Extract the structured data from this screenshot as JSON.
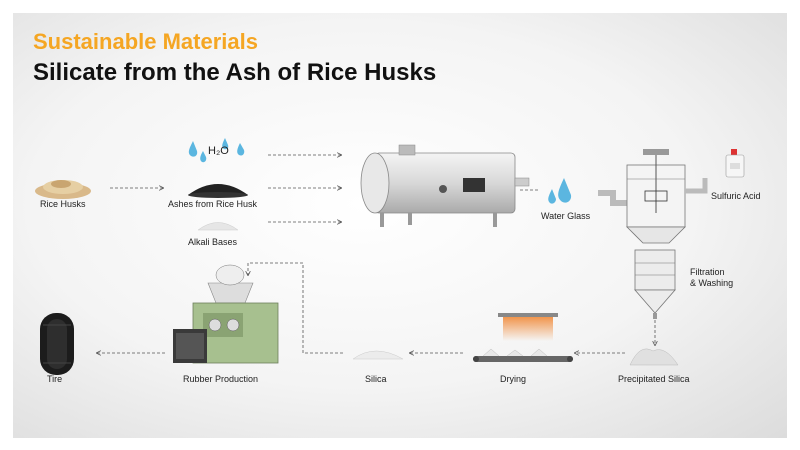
{
  "header": {
    "title": "Sustainable Materials",
    "subtitle": "Silicate from the Ash of Rice Husks"
  },
  "labels": {
    "rice_husks": "Rice Husks",
    "ashes": "Ashes from Rice Husk",
    "alkali": "Alkali Bases",
    "water_glass": "Water Glass",
    "sulfuric_acid": "Sulfuric Acid",
    "filtration_line1": "Filtration",
    "filtration_line2": "& Washing",
    "precipitated_silica": "Precipitated Silica",
    "drying": "Drying",
    "silica": "Silica",
    "rubber_production": "Rubber Production",
    "tire": "Tire",
    "h2o": "H₂O"
  },
  "colors": {
    "title_orange": "#f5a623",
    "water_blue": "#5bb6e0",
    "machine_green": "#a7c08f",
    "heat_orange": "#f08a3a"
  },
  "icons": [
    "rice-husk-pile-icon",
    "water-drops-icon",
    "ash-pile-icon",
    "alkali-pile-icon",
    "reactor-tank-icon",
    "water-drop-icon",
    "stirred-reactor-icon",
    "acid-bottle-icon",
    "filter-funnel-icon",
    "precipitate-pile-icon",
    "dryer-conveyor-icon",
    "silica-pile-icon",
    "rubber-mixer-icon",
    "tire-icon"
  ]
}
